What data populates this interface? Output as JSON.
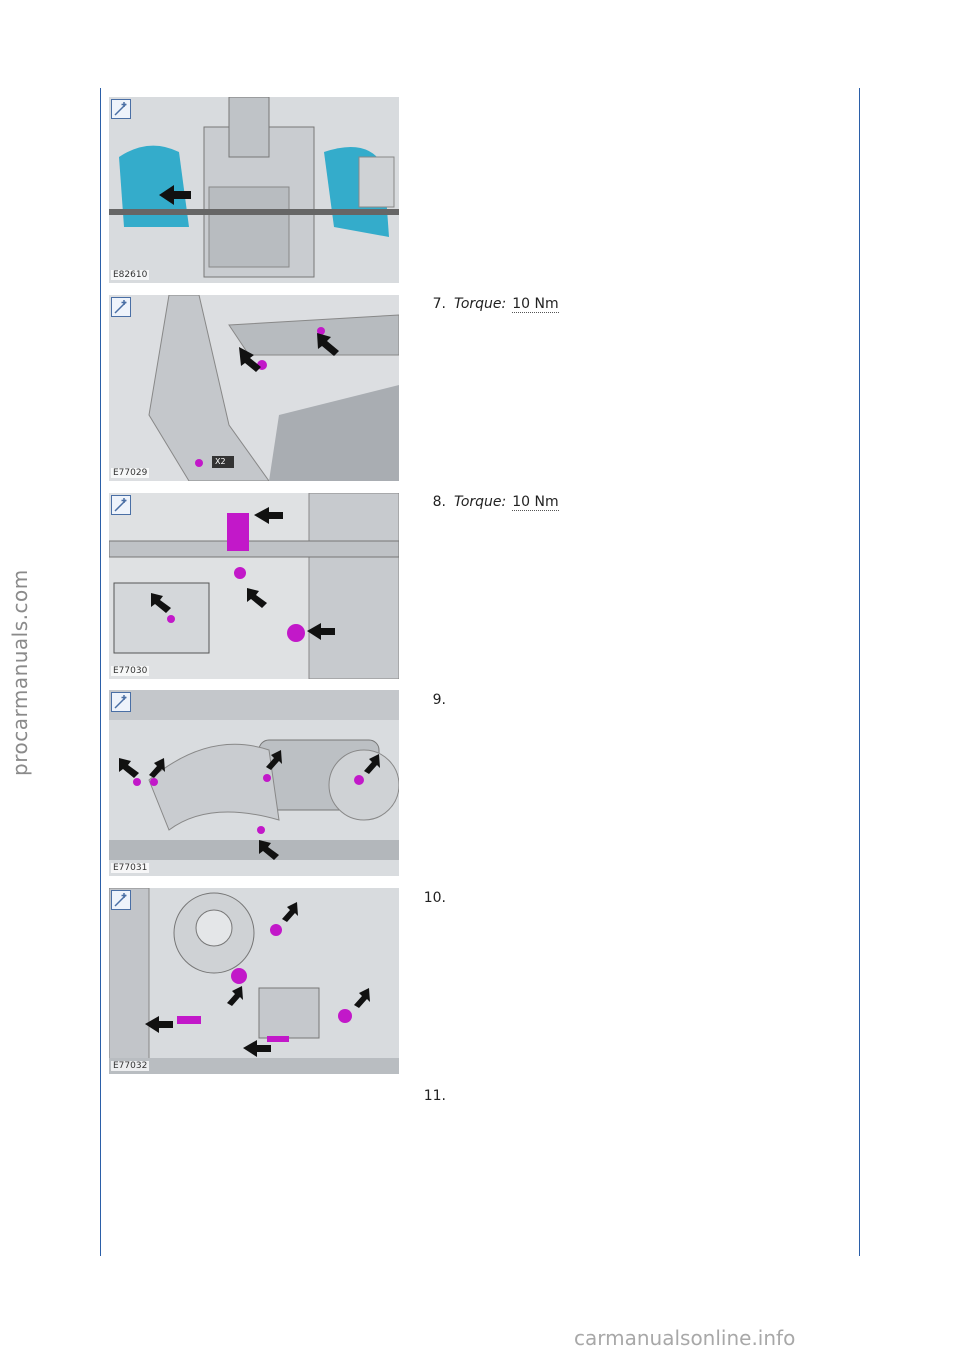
{
  "watermarks": {
    "side": "procarmanuals.com",
    "bottom": "carmanualsonline.info"
  },
  "figures": [
    {
      "code": "E82610"
    },
    {
      "code": "E77029",
      "callout": "X2"
    },
    {
      "code": "E77030"
    },
    {
      "code": "E77031"
    },
    {
      "code": "E77032"
    }
  ],
  "steps": [
    {
      "number": "7.",
      "torque_label": "Torque:",
      "torque_value": "10 Nm"
    },
    {
      "number": "8.",
      "torque_label": "Torque:",
      "torque_value": "10 Nm"
    },
    {
      "number": "9."
    },
    {
      "number": "10."
    },
    {
      "number": "11."
    }
  ],
  "colors": {
    "rule": "#2b5fa8",
    "highlight_magenta": "#c218c9",
    "highlight_cyan": "#22a6c9"
  }
}
